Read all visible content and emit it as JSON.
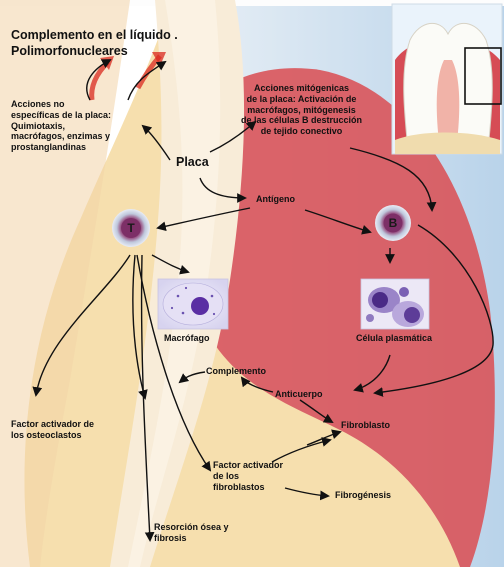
{
  "title_lines": [
    "Complemento en el líquido .",
    "Polimorfonucleares"
  ],
  "labels": {
    "acciones_no_especificas": [
      "Acciones no",
      "específicas de la placa:",
      "Quimiotaxis,",
      "macrófagos, enzimas y",
      "prostanglandinas"
    ],
    "acciones_mitogenicas": [
      "Acciones mitógenicas",
      "de la placa: Activación de",
      "macrófagos, mitógenesis",
      "de las células B destrucción",
      "de tejido conectivo"
    ],
    "placa": "Placa",
    "antigeno": "Antígeno",
    "cell_t": "T",
    "cell_b": "B",
    "macrofago": "Macrófago",
    "celula_plasmatica": "Célula plasmática",
    "complemento": "Complemento",
    "anticuerpo": "Anticuerpo",
    "fibroblasto": "Fibroblasto",
    "factor_osteoclastos": [
      "Factor activador de",
      "los osteoclastos"
    ],
    "factor_fibroblastos": [
      "Factor activador",
      "de los",
      "fibroblastos"
    ],
    "fibrogenesis": "Fibrogénesis",
    "resorcion": [
      "Resorción ósea y",
      "fibrosis"
    ]
  },
  "colors": {
    "gum_red": "#d9545a",
    "bone_yellow": "#f6dfae",
    "tooth_cream": "#f8ecd8",
    "background_blue": "#c7dcee",
    "arrow": "#111111",
    "red_arrow": "#d92a1f"
  },
  "icons": [
    "tooth-cross-section-icon",
    "t-cell-icon",
    "b-cell-icon",
    "macrophage-micrograph-icon",
    "plasma-cell-micrograph-icon"
  ]
}
